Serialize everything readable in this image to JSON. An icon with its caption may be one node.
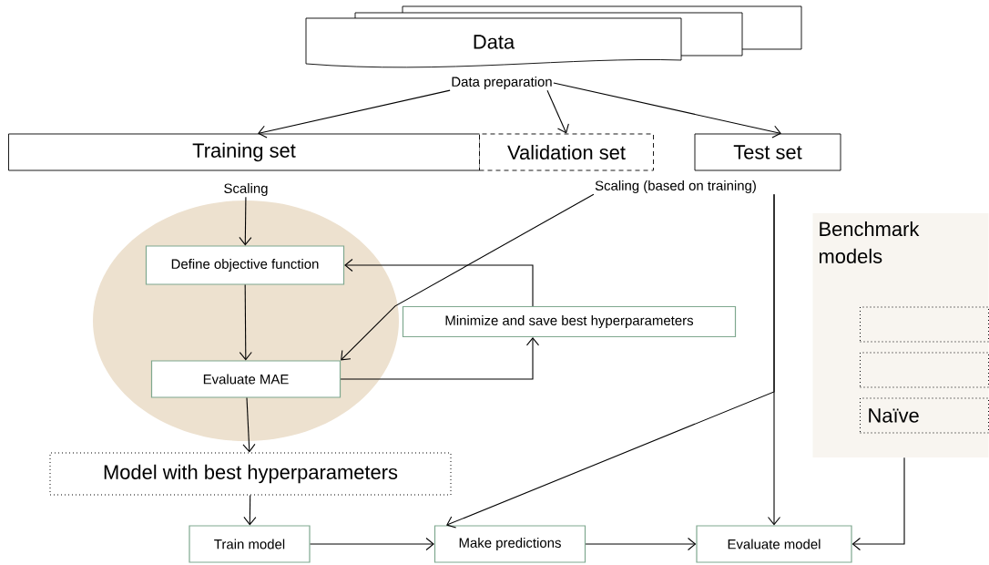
{
  "diagram": {
    "nodes": [
      {
        "text": [
          "Data"
        ]
      },
      {
        "text": [
          "Data preparation"
        ]
      },
      {
        "text": [
          "Training set"
        ]
      },
      {
        "text": [
          "Validation set"
        ]
      },
      {
        "text": [
          "Test set"
        ]
      },
      {
        "text": [
          "Scaling"
        ]
      },
      {
        "text": [
          "Scaling (based on training)"
        ]
      },
      {
        "text": [],
        "shape": "ellipse"
      },
      {
        "text": [
          "Define objective function"
        ],
        "in": 7
      },
      {
        "text": [
          "Evaluate MAE"
        ],
        "in": 7
      },
      {
        "text": [
          "Minimize and save best hyperparameters"
        ]
      },
      {
        "text": [
          "Model with best hyperparameters"
        ]
      },
      {
        "text": [
          "Train model"
        ]
      },
      {
        "text": [
          "Make predictions"
        ]
      },
      {
        "text": [
          "Evaluate model"
        ]
      },
      {
        "text": [
          "Benchmark models"
        ]
      },
      {
        "text": [],
        "shape": "box",
        "in": 15
      },
      {
        "text": [],
        "shape": "box",
        "in": 15
      },
      {
        "text": [
          "Naïve"
        ],
        "in": 15
      }
    ],
    "edges": [
      {
        "from": 1,
        "to": 2,
        "arrow": "to"
      },
      {
        "from": 1,
        "to": 3,
        "arrow": "to"
      },
      {
        "from": 1,
        "to": 4,
        "arrow": "to"
      },
      {
        "from": 5,
        "to": 8,
        "arrow": "to"
      },
      {
        "from": 8,
        "to": 9,
        "arrow": "to"
      },
      {
        "from": 6,
        "to": 9,
        "arrow": "to"
      },
      {
        "from": 9,
        "to": 10,
        "arrow": "to"
      },
      {
        "from": 10,
        "to": 8,
        "arrow": "to"
      },
      {
        "from": 9,
        "to": 11,
        "arrow": "to"
      },
      {
        "from": 11,
        "to": 12,
        "arrow": "to"
      },
      {
        "from": 12,
        "to": 13,
        "arrow": "to"
      },
      {
        "from": 13,
        "to": 14,
        "arrow": "to"
      },
      {
        "from": 6,
        "to": 14,
        "arrow": "to"
      },
      {
        "from": 6,
        "to": 13,
        "arrow": "to"
      },
      {
        "from": 15,
        "to": 14,
        "arrow": "to"
      }
    ]
  }
}
